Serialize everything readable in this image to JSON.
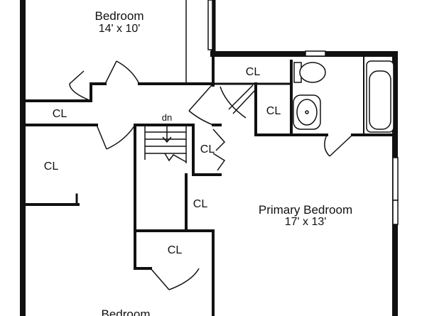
{
  "rooms": {
    "bedroom_top": {
      "name": "Bedroom",
      "dims": "14' x 10'"
    },
    "primary_bedroom": {
      "name": "Primary Bedroom",
      "dims": "17' x 13'"
    },
    "bedroom_bottom": {
      "name": "Bedroom"
    }
  },
  "closets": {
    "cl_bath": "CL",
    "cl_bath_lower": "CL",
    "cl_hall_left": "CL",
    "cl_left_big": "CL",
    "cl_stair_side": "CL",
    "cl_primary": "CL",
    "cl_lower": "CL"
  },
  "stairs": {
    "label": "dn"
  }
}
